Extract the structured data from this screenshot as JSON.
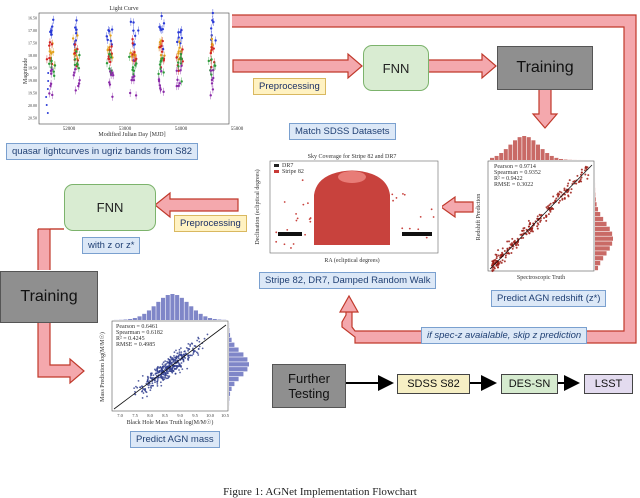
{
  "nodes": {
    "fnn_top": "FNN",
    "training_top": "Training",
    "fnn_mid": "FNN",
    "training_left": "Training",
    "further_testing": "Further\nTesting",
    "sdss": "SDSS S82",
    "des": "DES-SN",
    "lsst": "LSST"
  },
  "labels": {
    "preprocessing_top": "Preprocessing",
    "preprocessing_mid": "Preprocessing",
    "match_sdss": "Match SDSS Datasets",
    "quasar_lc": "quasar lightcurves in ugriz bands from S82",
    "with_z": "with z or z*",
    "stripe82": "Stripe 82, DR7, Damped Random Walk",
    "predict_redshift": "Predict AGN redshift (z*)",
    "skip_z": "if spec-z avaialable, skip z prediction",
    "predict_mass": "Predict AGN mass"
  },
  "plots": {
    "lightcurve": {
      "title": "Light Curve",
      "xlabel": "Modified Julian Day [MJD]",
      "ylabel": "Magnitude",
      "xticks": [
        "52000",
        "53000",
        "54000",
        "55000"
      ],
      "yticks": [
        "16.50",
        "17.00",
        "17.50",
        "18.00",
        "18.50",
        "19.00",
        "19.50",
        "20.00",
        "20.50"
      ]
    },
    "skymap": {
      "title": "Sky Coverage for Stripe 82 and DR7",
      "xlabel": "RA (ecliptical degrees)",
      "ylabel": "Declination (ecliptical degrees)",
      "legend": [
        "DR7",
        "Stripe 82"
      ]
    },
    "redshift": {
      "stats": [
        "Pearson = 0.9714",
        "Spearman = 0.9352",
        "R² = 0.9422",
        "RMSE = 0.3022"
      ],
      "xlabel": "Spectroscopic Truth",
      "ylabel": "Redshift Prediction"
    },
    "mass": {
      "stats": [
        "Pearson = 0.6461",
        "Spearman = 0.6182",
        "R² = 0.4245",
        "RMSE = 0.4985"
      ],
      "xlabel": "Black Hole Mass Truth log(M/M☉)",
      "ylabel": "Mass Prediction log(M/M☉)",
      "xticks": [
        "7.0",
        "7.5",
        "8.0",
        "8.5",
        "9.0",
        "9.5",
        "10.0",
        "10.5"
      ]
    }
  },
  "colors": {
    "arrow_fill": "#f4a8ad",
    "arrow_stroke": "#c0392b",
    "fnn_fill": "#d9ecd2",
    "training_fill": "#8f8f8f",
    "label_blue": "#dce8f7",
    "label_yellow": "#fff2c2",
    "lsst_fill": "#e3dbef",
    "red_points": "#b02a22",
    "blue_points": "#2c3a8c"
  },
  "caption": "Figure 1: AGNet Implementation Flowchart"
}
